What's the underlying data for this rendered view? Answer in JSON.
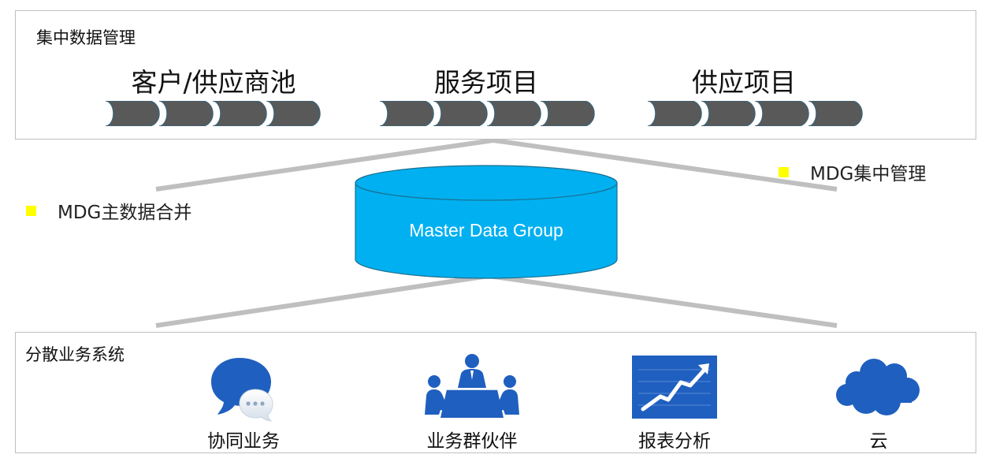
{
  "diagram": {
    "top": {
      "title": "集中数据管理",
      "pools": [
        {
          "label": "客户/供应商池",
          "segments": 4
        },
        {
          "label": "服务项目",
          "segments": 4
        },
        {
          "label": "供应项目",
          "segments": 4
        }
      ]
    },
    "center": {
      "label": "Master Data Group",
      "left_note": "MDG主数据合并",
      "right_note": "MDG集中管理"
    },
    "bottom": {
      "title": "分散业务系统",
      "systems": [
        {
          "label": "协同业务",
          "icon": "chat-bubbles-icon"
        },
        {
          "label": "业务群伙伴",
          "icon": "meeting-group-icon"
        },
        {
          "label": "报表分析",
          "icon": "trend-chart-icon"
        },
        {
          "label": "云",
          "icon": "cloud-icon"
        }
      ]
    },
    "colors": {
      "segment_fill": "#595959",
      "segment_edge": "#3f6275",
      "cylinder": "#00b0f0",
      "icon_blue": "#1f5fbf",
      "bullet": "#ffff00",
      "connector": "#bfbfbf"
    }
  }
}
